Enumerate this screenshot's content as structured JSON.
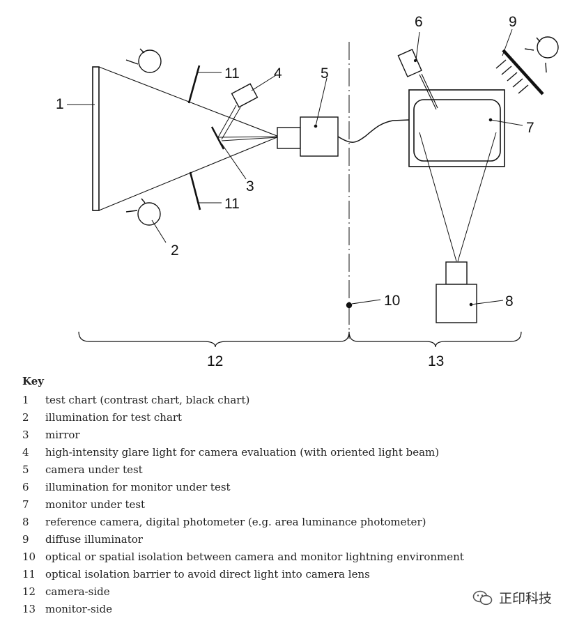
{
  "diagram": {
    "labels": {
      "l1": "1",
      "l2": "2",
      "l3": "3",
      "l4": "4",
      "l5": "5",
      "l6": "6",
      "l7": "7",
      "l8": "8",
      "l9": "9",
      "l10": "10",
      "l11a": "11",
      "l11b": "11",
      "l12": "12",
      "l13": "13"
    }
  },
  "key": {
    "title": "Key",
    "items": [
      {
        "num": "1",
        "text": "test chart (contrast chart, black chart)"
      },
      {
        "num": "2",
        "text": "illumination for test chart"
      },
      {
        "num": "3",
        "text": "mirror"
      },
      {
        "num": "4",
        "text": "high-intensity glare light for camera evaluation (with oriented light beam)"
      },
      {
        "num": "5",
        "text": "camera under test"
      },
      {
        "num": "6",
        "text": "illumination for monitor under test"
      },
      {
        "num": "7",
        "text": "monitor under test"
      },
      {
        "num": "8",
        "text": "reference camera, digital photometer (e.g. area luminance photometer)"
      },
      {
        "num": "9",
        "text": "diffuse illuminator"
      },
      {
        "num": "10",
        "text": "optical or spatial isolation between camera and monitor lightning environment"
      },
      {
        "num": "11",
        "text": "optical isolation barrier to avoid direct light into camera lens"
      },
      {
        "num": "12",
        "text": "camera-side"
      },
      {
        "num": "13",
        "text": "monitor-side"
      }
    ]
  },
  "watermark": {
    "text": "正印科技",
    "icon": "wechat-icon"
  }
}
